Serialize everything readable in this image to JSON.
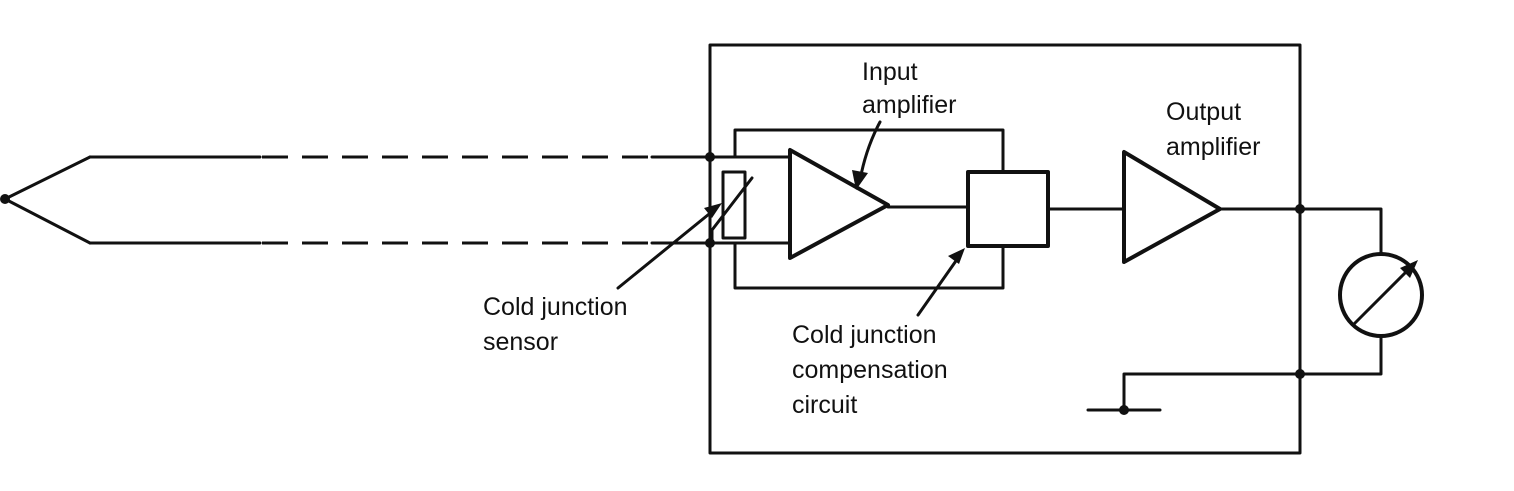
{
  "labels": {
    "input_amplifier": [
      "Input",
      "amplifier"
    ],
    "output_amplifier": [
      "Output",
      "amplifier"
    ],
    "cold_junction_sensor": [
      "Cold junction",
      "sensor"
    ],
    "cjc_circuit": [
      "Cold junction",
      "compensation",
      "circuit"
    ]
  }
}
